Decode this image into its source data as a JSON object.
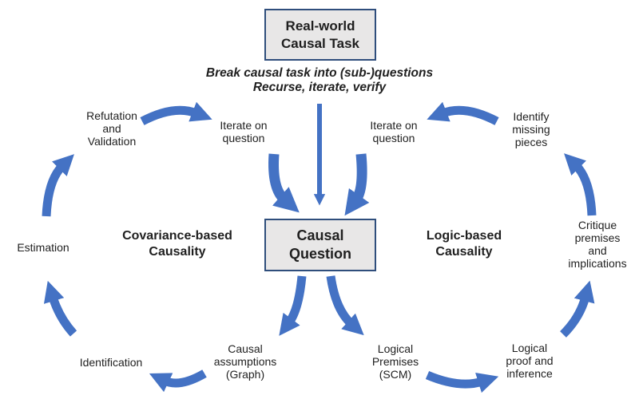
{
  "colors": {
    "arrow": "#4472C4",
    "box-fill": "#E8E7E7",
    "box-border": "#2F4E7C",
    "text": "#1f1f1f",
    "bg": "#FFFFFF"
  },
  "boxes": {
    "task": "Real-world\nCausal Task",
    "question": "Causal\nQuestion"
  },
  "subtitle": "Break causal task into (sub-)questions\nRecurse, iterate, verify",
  "cycles": {
    "left": {
      "title": "Covariance-based\nCausality"
    },
    "right": {
      "title": "Logic-based\nCausality"
    }
  },
  "labels": {
    "iterate_left": "Iterate on\nquestion",
    "iterate_right": "Iterate on\nquestion",
    "refutation": "Refutation\nand\nValidation",
    "estimation": "Estimation",
    "identification": "Identification",
    "assumptions": "Causal\nassumptions\n(Graph)",
    "premises": "Logical\nPremises\n(SCM)",
    "proof": "Logical\nproof and\ninference",
    "critique": "Critique\npremises\nand\nimplications",
    "identify_missing": "Identify\nmissing\npieces"
  },
  "connections": [
    {
      "from": "Real-world Causal Task",
      "to": "Causal Question"
    },
    {
      "from": "Iterate on question (left)",
      "to": "Causal Question"
    },
    {
      "from": "Iterate on question (right)",
      "to": "Causal Question"
    },
    {
      "from": "Causal Question",
      "to": "Causal assumptions (Graph)"
    },
    {
      "from": "Causal Question",
      "to": "Logical Premises (SCM)"
    },
    {
      "from": "Causal assumptions (Graph)",
      "to": "Identification"
    },
    {
      "from": "Identification",
      "to": "Estimation"
    },
    {
      "from": "Estimation",
      "to": "Refutation and Validation"
    },
    {
      "from": "Refutation and Validation",
      "to": "Iterate on question (left)"
    },
    {
      "from": "Logical Premises (SCM)",
      "to": "Logical proof and inference"
    },
    {
      "from": "Logical proof and inference",
      "to": "Critique premises and implications"
    },
    {
      "from": "Critique premises and implications",
      "to": "Identify missing pieces"
    },
    {
      "from": "Identify missing pieces",
      "to": "Iterate on question (right)"
    }
  ]
}
